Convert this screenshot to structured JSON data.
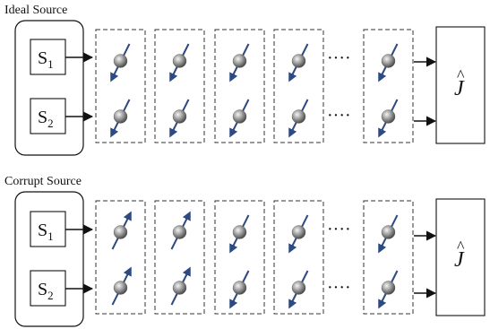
{
  "panels": [
    {
      "title": "Ideal Source",
      "sources": [
        {
          "letter": "S",
          "subscript": "1"
        },
        {
          "letter": "S",
          "subscript": "2"
        }
      ],
      "spins": [
        [
          "down",
          "down",
          "down",
          "down",
          "down"
        ],
        [
          "down",
          "down",
          "down",
          "down",
          "down"
        ]
      ],
      "ellipsis": "····",
      "operator": "J",
      "operator_hat": "^"
    },
    {
      "title": "Corrupt Source",
      "sources": [
        {
          "letter": "S",
          "subscript": "1"
        },
        {
          "letter": "S",
          "subscript": "2"
        }
      ],
      "spins": [
        [
          "up",
          "up",
          "down",
          "down",
          "down"
        ],
        [
          "up",
          "up",
          "down",
          "down",
          "down"
        ]
      ],
      "ellipsis": "····",
      "operator": "J",
      "operator_hat": "^"
    }
  ],
  "colors": {
    "arrow": "#2e4a82",
    "line": "#111111",
    "dash": "#333333",
    "ball_light": "#f4f4f4",
    "ball_mid": "#9c9c9c",
    "ball_dark": "#4a4a4a"
  }
}
